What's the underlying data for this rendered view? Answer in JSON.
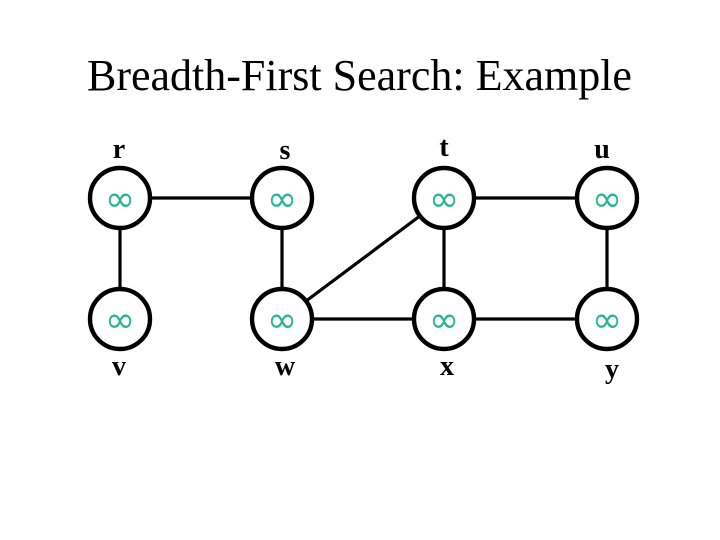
{
  "slide": {
    "title": "Breadth-First Search: Example",
    "background_color": "#ffffff"
  },
  "graph": {
    "value_color": "#28b496",
    "line_color": "#000000",
    "text_color": "#000000",
    "infinity_symbol": "∞",
    "nodes": [
      {
        "id": "r",
        "label": "r",
        "value": "∞",
        "row": "top",
        "col": 1
      },
      {
        "id": "s",
        "label": "s",
        "value": "∞",
        "row": "top",
        "col": 2
      },
      {
        "id": "t",
        "label": "t",
        "value": "∞",
        "row": "top",
        "col": 3
      },
      {
        "id": "u",
        "label": "u",
        "value": "∞",
        "row": "top",
        "col": 4
      },
      {
        "id": "v",
        "label": "v",
        "value": "∞",
        "row": "bottom",
        "col": 1
      },
      {
        "id": "w",
        "label": "w",
        "value": "∞",
        "row": "bottom",
        "col": 2
      },
      {
        "id": "x",
        "label": "x",
        "value": "∞",
        "row": "bottom",
        "col": 3
      },
      {
        "id": "y",
        "label": "y",
        "value": "∞",
        "row": "bottom",
        "col": 4
      }
    ],
    "edges": [
      {
        "from": "r",
        "to": "s"
      },
      {
        "from": "r",
        "to": "v"
      },
      {
        "from": "s",
        "to": "w"
      },
      {
        "from": "t",
        "to": "u"
      },
      {
        "from": "t",
        "to": "w"
      },
      {
        "from": "t",
        "to": "x"
      },
      {
        "from": "u",
        "to": "y"
      },
      {
        "from": "w",
        "to": "x"
      },
      {
        "from": "x",
        "to": "y"
      }
    ]
  }
}
